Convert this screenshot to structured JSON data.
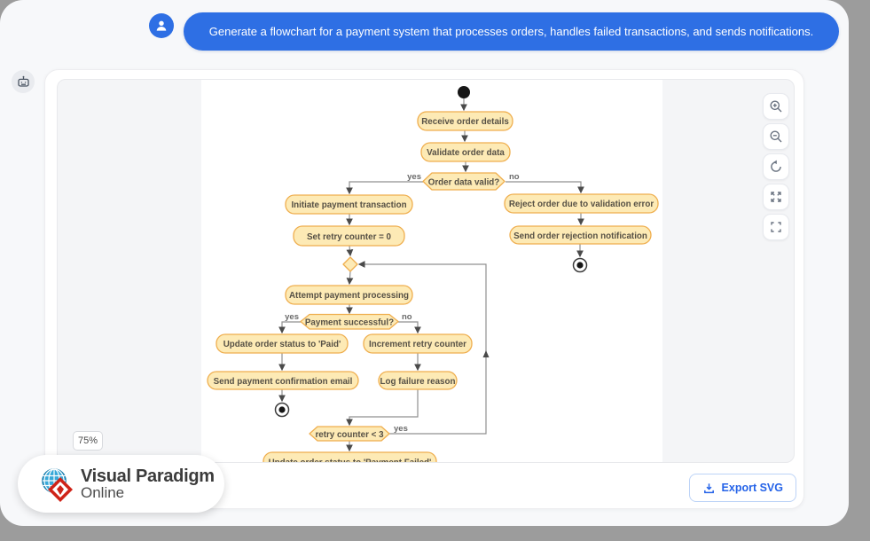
{
  "chat": {
    "user_message": "Generate a flowchart for a payment system that processes orders, handles failed transactions, and sends notifications."
  },
  "viewer": {
    "zoom_badge": "75%",
    "toolbar_icons": [
      "zoom-in",
      "zoom-out",
      "reset-view",
      "expand",
      "fullscreen"
    ]
  },
  "flowchart": {
    "colors": {
      "node_fill": "#fdeab5",
      "node_stroke": "#efae4e",
      "edge": "#909090",
      "accent_blue": "#2e6fe4"
    },
    "labels": {
      "yes": "yes",
      "no": "no"
    },
    "nodes": {
      "receive": "Receive order details",
      "validate": "Validate order data",
      "valid_q": "Order data valid?",
      "initiate": "Initiate payment transaction",
      "set_retry": "Set retry counter = 0",
      "attempt": "Attempt payment processing",
      "success_q": "Payment successful?",
      "update_paid": "Update order status to 'Paid'",
      "increment": "Increment retry counter",
      "send_confirm": "Send payment confirmation email",
      "log_failure": "Log failure reason",
      "retry_q": "retry counter < 3",
      "update_failed": "Update order status to 'Payment Failed'",
      "reject": "Reject order due to validation error",
      "send_reject": "Send order rejection notification"
    }
  },
  "footer": {
    "export_label": "Export SVG"
  },
  "brand": {
    "name": "Visual Paradigm",
    "sub": "Online"
  }
}
